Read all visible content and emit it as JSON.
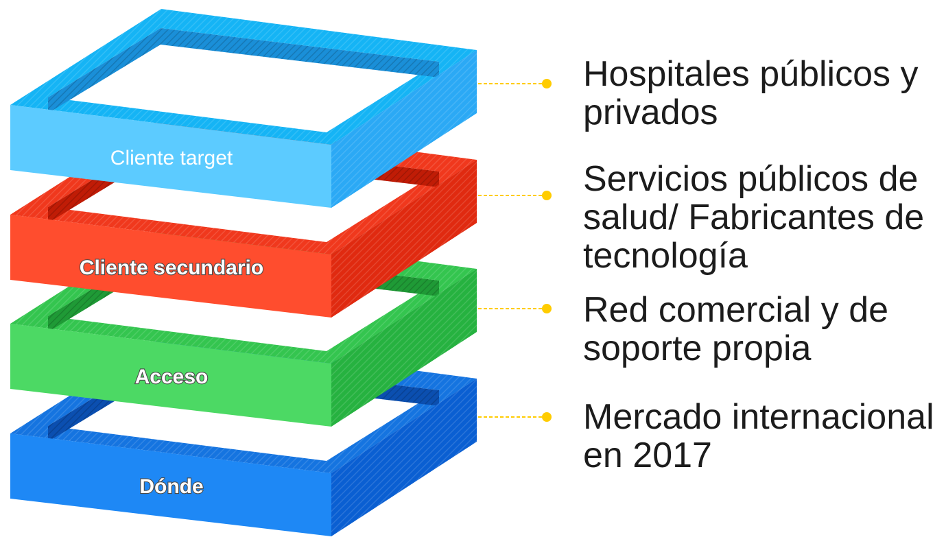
{
  "layers": [
    {
      "label": "Dónde",
      "label_style": "outline",
      "description": [
        "Mercado internacional",
        "en 2017"
      ],
      "colors": {
        "front": "#1e88f5",
        "side": "#0a5fd2",
        "top": "#1574e0",
        "inner": "#0b4fb0"
      }
    },
    {
      "label": "Acceso",
      "label_style": "outline",
      "description": [
        "Red comercial y de",
        "soporte propia"
      ],
      "colors": {
        "front": "#4cd964",
        "side": "#26b240",
        "top": "#34c54f",
        "inner": "#1f9a36"
      }
    },
    {
      "label": "Cliente secundario",
      "label_style": "outline",
      "description": [
        "Servicios públicos de",
        "salud/ Fabricantes de",
        "tecnología"
      ],
      "colors": {
        "front": "#ff4d2e",
        "side": "#e02a10",
        "top": "#f0381d",
        "inner": "#c01c06"
      }
    },
    {
      "label": "Cliente target",
      "label_style": "plain",
      "description": [
        "Hospitales públicos y",
        "privados"
      ],
      "colors": {
        "front": "#5ccbff",
        "side": "#2ba9f5",
        "top": "#15b4f5",
        "inner": "#1a8fd8"
      }
    }
  ],
  "connector_color": "#ffcc00"
}
